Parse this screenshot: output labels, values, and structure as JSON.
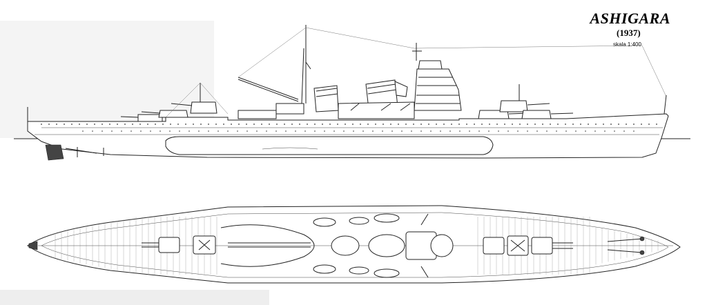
{
  "title": "ASHIGARA",
  "year": "(1937)",
  "scale_label": "skala 1:400",
  "colors": {
    "ink": "#222222",
    "paper": "#ffffff"
  }
}
